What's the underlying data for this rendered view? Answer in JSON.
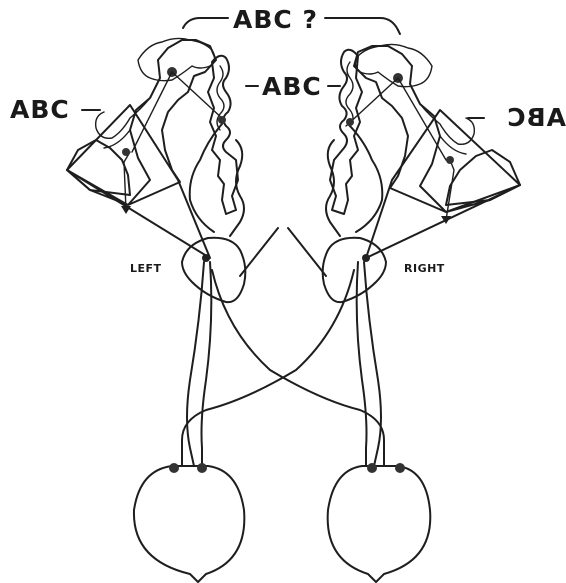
{
  "labels": {
    "top_question": "ABC ?",
    "center": "ABC",
    "left_cortex": "ABC",
    "right_cortex_mirrored": "ABC",
    "left_side": "LEFT",
    "right_side": "RIGHT"
  },
  "colors": {
    "ink": "#1e1e1e",
    "paper": "#ffffff",
    "shading": "#8a8a8a"
  }
}
